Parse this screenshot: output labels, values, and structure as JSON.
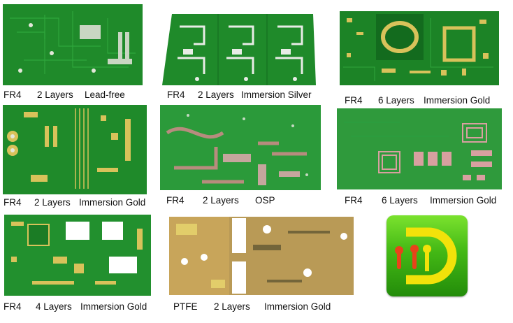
{
  "colors": {
    "board_green": "#1f8a2a",
    "board_dark": "#136b1e",
    "trace": "#2fa63c",
    "pad_gold": "#d8c25a",
    "pad_silver": "#e8ece6",
    "ptfe": "#c8a55a",
    "logo_green": "#43b815",
    "logo_yellow": "#f2e20a",
    "logo_red": "#e8431a"
  },
  "boards": [
    {
      "material": "FR4",
      "layers": "2 Layers",
      "finish": "Lead-free"
    },
    {
      "material": "FR4",
      "layers": "2 Layers",
      "finish": "Immersion Silver"
    },
    {
      "material": "FR4",
      "layers": "6 Layers",
      "finish": "Immersion Gold"
    },
    {
      "material": "FR4",
      "layers": "2 Layers",
      "finish": "Immersion Gold"
    },
    {
      "material": "FR4",
      "layers": "2 Layers",
      "finish": "OSP"
    },
    {
      "material": "FR4",
      "layers": "6 Layers",
      "finish": "Immersion Gold"
    },
    {
      "material": "FR4",
      "layers": "4 Layers",
      "finish": "Immersion Gold"
    },
    {
      "material": "PTFE",
      "layers": "2 Layers",
      "finish": "Immersion Gold"
    }
  ],
  "logo": {
    "icon": "pcb-d-logo-icon"
  }
}
